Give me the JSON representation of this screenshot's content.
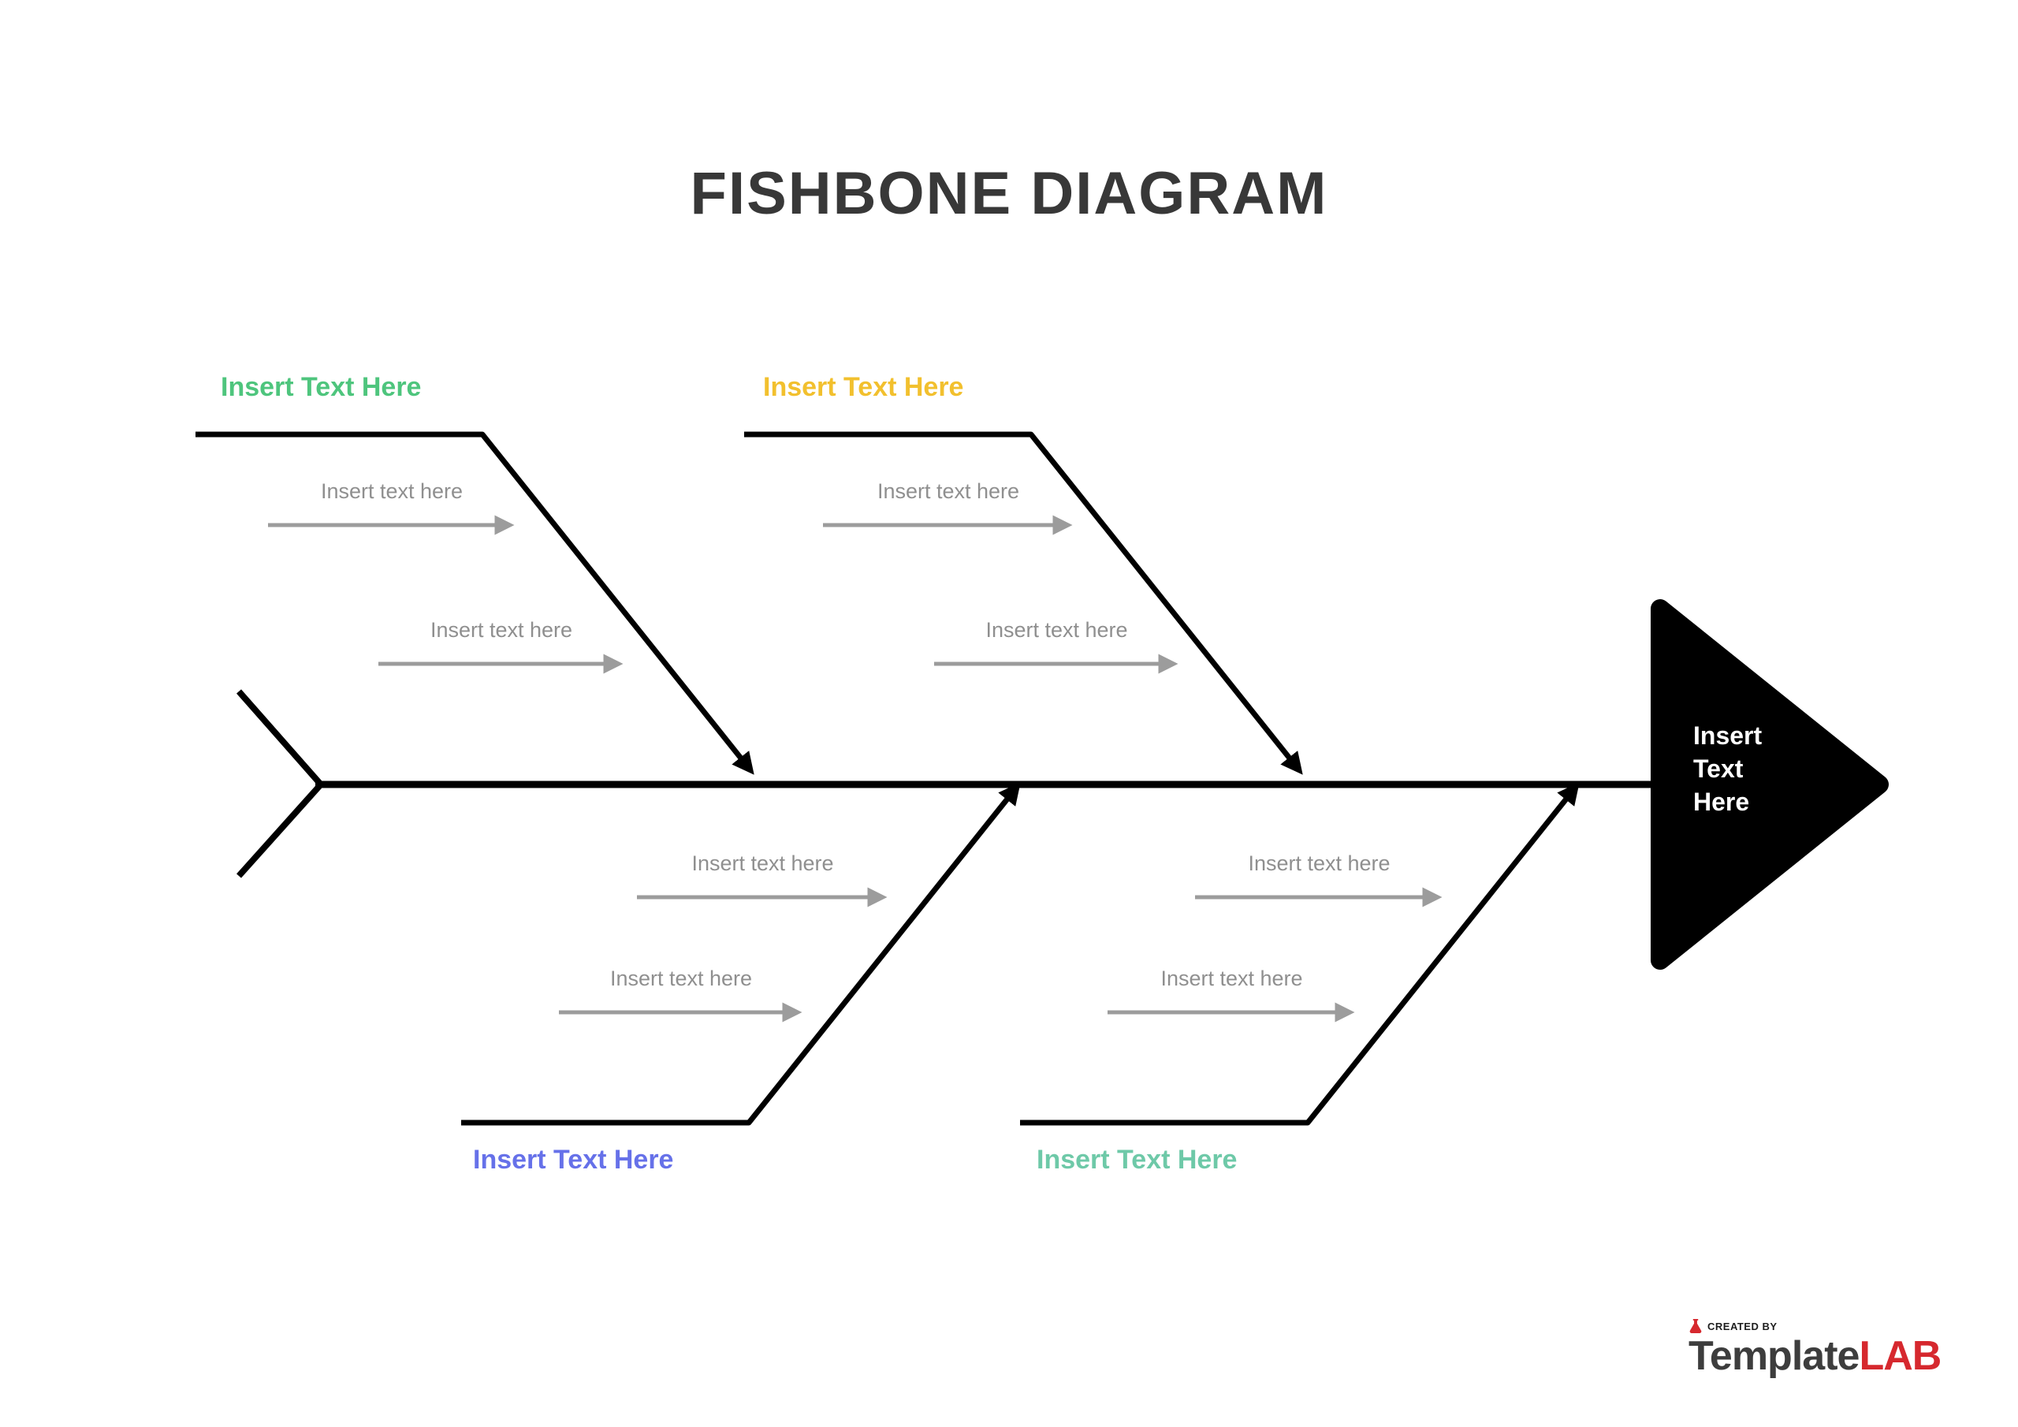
{
  "title": "FISHBONE DIAGRAM",
  "branches": {
    "top_left": {
      "label": "Insert Text Here",
      "color": "#4ec57d",
      "causes": [
        "Insert text here",
        "Insert text here"
      ]
    },
    "top_middle": {
      "label": "Insert Text Here",
      "color": "#f2c02e",
      "causes": [
        "Insert text here",
        "Insert text here"
      ]
    },
    "bottom_left": {
      "label": "Insert Text Here",
      "color": "#6671e9",
      "causes": [
        "Insert text here",
        "Insert text here"
      ]
    },
    "bottom_right": {
      "label": "Insert Text Here",
      "color": "#6ec9a8",
      "causes": [
        "Insert text here",
        "Insert text here"
      ]
    }
  },
  "head": {
    "lines": [
      "Insert",
      "Text",
      "Here"
    ]
  },
  "footer": {
    "created_by": "CREATED BY",
    "brand_main": "Template",
    "brand_accent": "LAB"
  },
  "colors": {
    "spine": "#000000",
    "cause_arrow": "#9c9c9c",
    "cause_text": "#8f8f8f",
    "title": "#383838",
    "brand_accent": "#d6282e"
  }
}
